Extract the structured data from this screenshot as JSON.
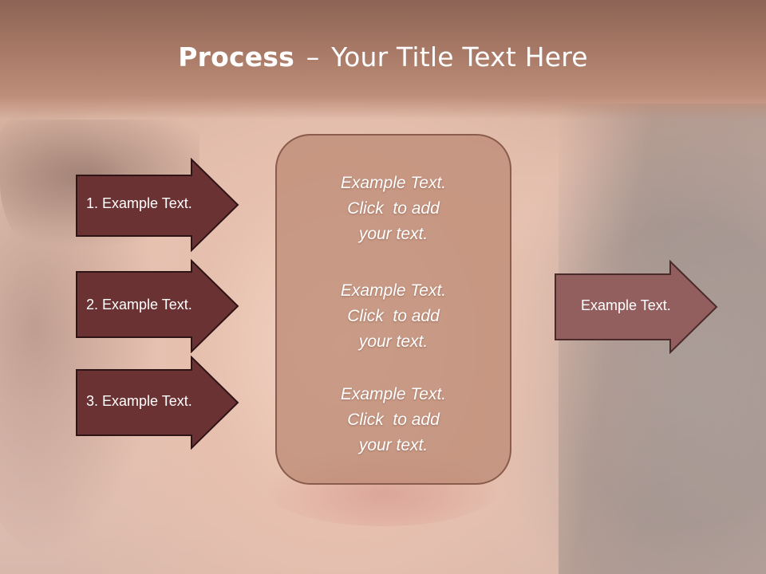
{
  "slide": {
    "title_bold": "Process",
    "title_separator": "–",
    "title_rest": "Your Title Text Here"
  },
  "left_arrows": [
    {
      "label": "1. Example Text."
    },
    {
      "label": "2. Example Text."
    },
    {
      "label": "3. Example Text."
    }
  ],
  "center_box": {
    "blocks": [
      {
        "line1": "Example Text.",
        "line2": "Click  to add",
        "line3": "your text."
      },
      {
        "line1": "Example Text.",
        "line2": "Click  to add",
        "line3": "your text."
      },
      {
        "line1": "Example Text.",
        "line2": "Click  to add",
        "line3": "your text."
      }
    ]
  },
  "right_arrow": {
    "label": "Example Text."
  },
  "colors": {
    "left_arrow_fill": "#6b3234",
    "left_arrow_stroke": "#2e1414",
    "right_arrow_fill": "#935e5e",
    "right_arrow_stroke": "#4a2a2a",
    "center_box_fill": "#be8c76",
    "header": "#a97a67"
  }
}
